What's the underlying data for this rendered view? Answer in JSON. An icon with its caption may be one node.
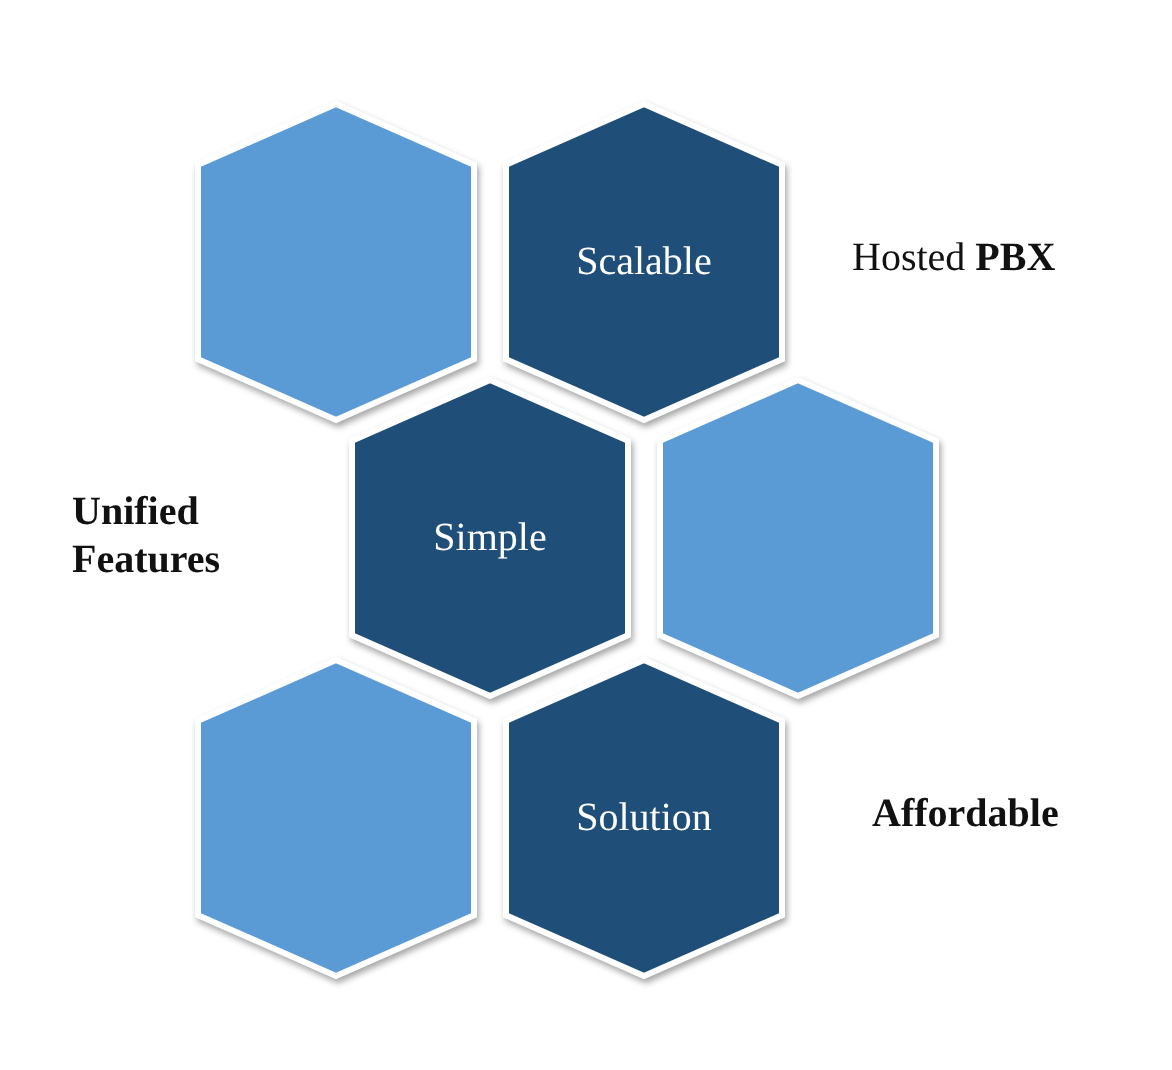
{
  "diagram": {
    "nodes": [
      {
        "text": [],
        "shape": "hexagon"
      },
      {
        "text": [
          "Scalable"
        ]
      },
      {
        "text": [
          "Simple"
        ]
      },
      {
        "text": [],
        "shape": "hexagon"
      },
      {
        "text": [],
        "shape": "hexagon"
      },
      {
        "text": [
          "Solution"
        ]
      }
    ],
    "labels": [
      "Hosted **PBX**",
      "Unified Features",
      "Affordable"
    ]
  }
}
